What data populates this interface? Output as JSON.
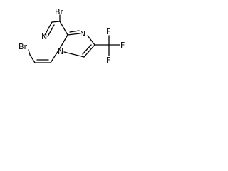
{
  "molecule": {
    "atoms": {
      "br_top": "Br",
      "br_left": "Br",
      "n_pyrazine": "N",
      "n_imidazole": "N",
      "n_bridge": "N",
      "f_top": "F",
      "f_right": "F",
      "f_bottom": "F"
    },
    "colors": {
      "bond": "#000000",
      "label": "#000000",
      "background": "#ffffff"
    }
  }
}
